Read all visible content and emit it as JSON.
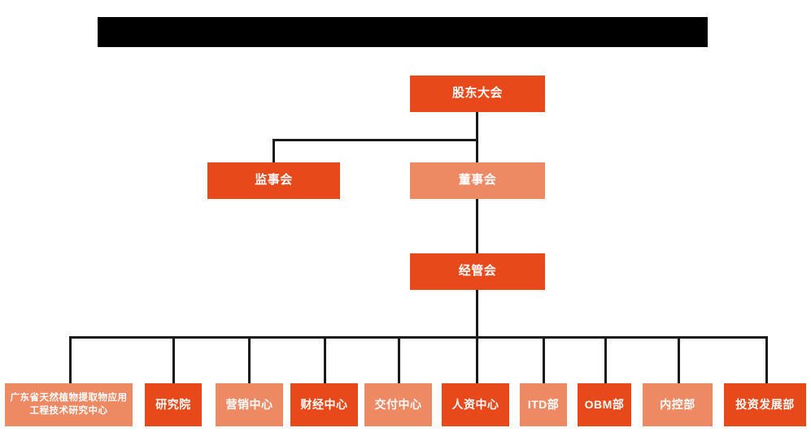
{
  "banner": {
    "name": "redacted-title-bar",
    "text": ""
  },
  "chart": {
    "title": "",
    "type": "org-chart",
    "levels": [
      {
        "level": 1,
        "nodes": [
          {
            "id": "shareholders-meeting",
            "label": "股东大会",
            "color": "#E8491B",
            "tone": "dark"
          }
        ]
      },
      {
        "level": 2,
        "nodes": [
          {
            "id": "board-of-supervisors",
            "label": "监事会",
            "color": "#E8491B",
            "tone": "dark"
          },
          {
            "id": "board-of-directors",
            "label": "董事会",
            "color": "#ED8A64",
            "tone": "light"
          }
        ]
      },
      {
        "level": 3,
        "nodes": [
          {
            "id": "management-committee",
            "label": "经管会",
            "color": "#E8491B",
            "tone": "dark"
          }
        ]
      },
      {
        "level": 4,
        "nodes": [
          {
            "id": "engineering-research-center",
            "label": "广东省天然植物提取物应用工程技术研究中心",
            "color": "#ED8A64",
            "tone": "light"
          },
          {
            "id": "research-institute",
            "label": "研究院",
            "color": "#E8491B",
            "tone": "dark"
          },
          {
            "id": "marketing-center",
            "label": "营销中心",
            "color": "#ED8A64",
            "tone": "light"
          },
          {
            "id": "finance-center",
            "label": "财经中心",
            "color": "#E8491B",
            "tone": "dark"
          },
          {
            "id": "delivery-center",
            "label": "交付中心",
            "color": "#ED8A64",
            "tone": "light"
          },
          {
            "id": "hr-center",
            "label": "人资中心",
            "color": "#E8491B",
            "tone": "dark"
          },
          {
            "id": "itd-department",
            "label": "ITD部",
            "color": "#ED8A64",
            "tone": "light"
          },
          {
            "id": "obm-department",
            "label": "OBM部",
            "color": "#E8491B",
            "tone": "dark"
          },
          {
            "id": "internal-control-department",
            "label": "内控部",
            "color": "#ED8A64",
            "tone": "light"
          },
          {
            "id": "investment-development-department",
            "label": "投资发展部",
            "color": "#E8491B",
            "tone": "dark"
          }
        ]
      }
    ],
    "palette": {
      "dark_orange": "#E8491B",
      "light_orange": "#ED8A64",
      "line": "#1a1a1a",
      "background": "#FFFFFF",
      "redaction": "#000000",
      "text": "#FFFFFF"
    }
  }
}
